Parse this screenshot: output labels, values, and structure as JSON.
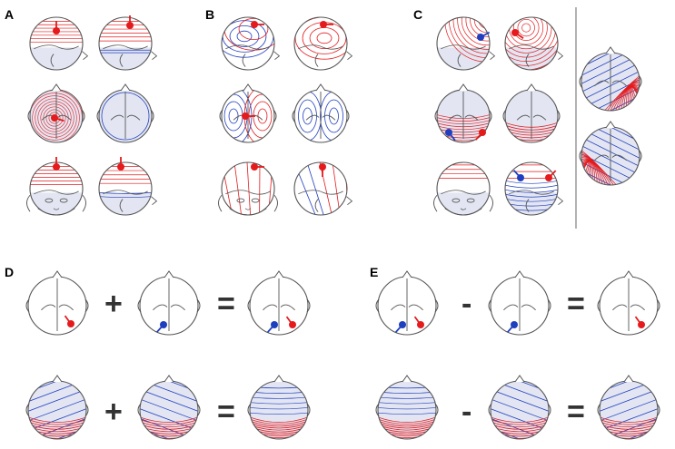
{
  "panels": {
    "a": {
      "label": "A"
    },
    "b": {
      "label": "B"
    },
    "c": {
      "label": "C"
    },
    "d": {
      "label": "D",
      "op1": "+",
      "op2": "="
    },
    "e": {
      "label": "E",
      "op1": "-",
      "op2": "="
    }
  },
  "colors": {
    "positive": "#e41a1c",
    "negative": "#1f3fbf",
    "outline": "#555555",
    "shade": "#e3e6f2",
    "separator": "#999999"
  },
  "icons": {
    "head": "head-outline-icon",
    "dipole": "dipole-icon"
  }
}
